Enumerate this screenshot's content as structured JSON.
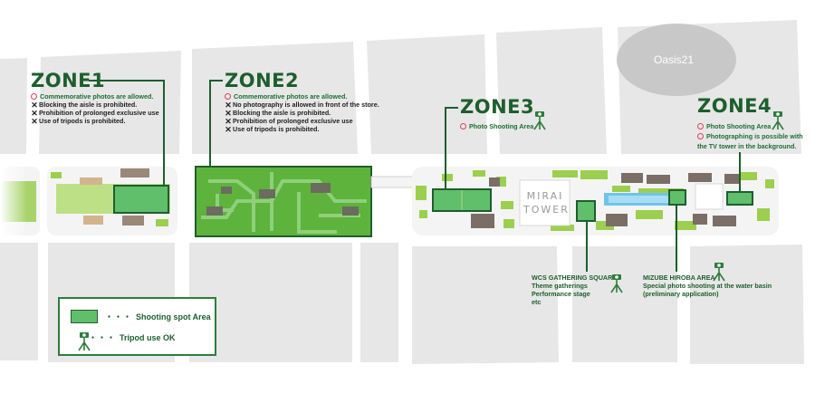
{
  "colors": {
    "road_block": "#e7e7e7",
    "plaza": "#f4f4f4",
    "greenery": "#9ccf4d",
    "shooting_area": "#5fbf6b",
    "zone_line": "#1e5e2e",
    "water": "#6fc4e9",
    "allowed_mark": "#e0405a"
  },
  "landmarks": {
    "oasis": "Oasis21",
    "tower_line1": "MIRAI",
    "tower_line2": "TOWER"
  },
  "zones": [
    {
      "title": "ZONE1",
      "rules": [
        {
          "type": "allowed",
          "text": "Commemorative photos are allowed."
        },
        {
          "type": "prohibited",
          "text": "Blocking the aisle is prohibited."
        },
        {
          "type": "prohibited",
          "text": "Prohibition of prolonged exclusive use"
        },
        {
          "type": "prohibited",
          "text": "Use of tripods is prohibited."
        }
      ]
    },
    {
      "title": "ZONE2",
      "rules": [
        {
          "type": "allowed",
          "text": "Commemorative photos are allowed."
        },
        {
          "type": "prohibited",
          "text": "No photography is allowed in front of the store."
        },
        {
          "type": "prohibited",
          "text": "Blocking the aisle is prohibited."
        },
        {
          "type": "prohibited",
          "text": "Prohibition of prolonged exclusive use"
        },
        {
          "type": "prohibited",
          "text": "Use of tripods is prohibited."
        }
      ]
    },
    {
      "title": "ZONE3",
      "rules": [
        {
          "type": "allowed",
          "text": "Photo Shooting Area"
        }
      ]
    },
    {
      "title": "ZONE4",
      "rules": [
        {
          "type": "allowed",
          "text": "Photo Shooting Area"
        },
        {
          "type": "allowed",
          "text": "Photographing is possible with"
        },
        {
          "type": "none",
          "text": "the TV tower in the background."
        }
      ]
    }
  ],
  "areas": {
    "wcs": {
      "title": "WCS GATHERING SQUARE",
      "lines": [
        "Theme gatherings",
        "Performance stage",
        "etc"
      ]
    },
    "mizube": {
      "title": "MIZUBE HIROBA AREA",
      "lines": [
        "Special photo shooting at the water basin",
        "(preliminary application)"
      ]
    }
  },
  "legend": {
    "separator": "・・・",
    "shooting_spot": "Shooting spot Area",
    "tripod_ok": "Tripod use OK"
  }
}
